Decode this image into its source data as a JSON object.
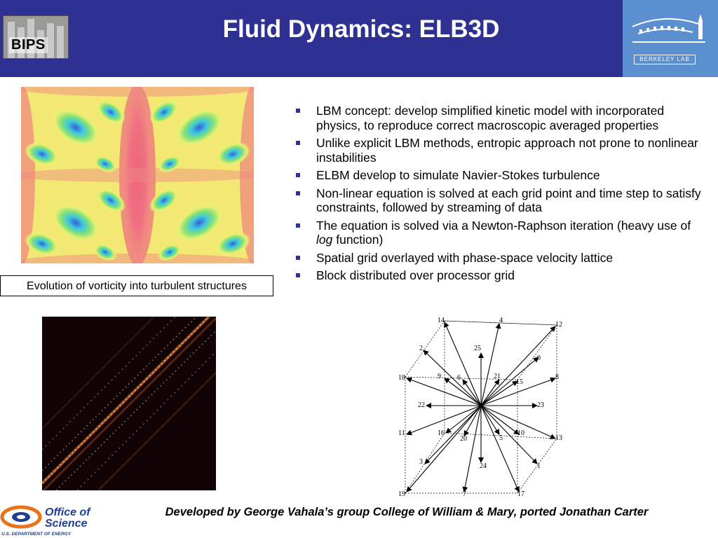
{
  "header": {
    "title": "Fluid Dynamics: ELB3D",
    "logo_text": "BIPS",
    "lab_logo_text": "BERKELEY LAB"
  },
  "figure_vorticity": {
    "caption": "Evolution of vorticity into turbulent structures"
  },
  "bullets": [
    {
      "text": "LBM concept: develop simplified kinetic model with incorporated physics, to reproduce correct macroscopic averaged properties"
    },
    {
      "text": "Unlike explicit LBM methods, entropic approach not prone to nonlinear instabilities"
    },
    {
      "text": "ELBM develop to simulate Navier-Stokes turbulence"
    },
    {
      "text": "Non-linear equation is solved at each grid point and time step to satisfy constraints, followed by streaming of data"
    },
    {
      "text_before": "The equation is solved via a Newton-Raphson iteration (heavy use of ",
      "text_em": "log",
      "text_after": " function)"
    },
    {
      "text": "Spatial grid overlayed with phase-space velocity lattice"
    },
    {
      "text": "Block distributed over processor grid"
    }
  ],
  "lattice_labels": [
    "14",
    "4",
    "12",
    "2",
    "25",
    "0",
    "18",
    "9",
    "6",
    "21",
    "15",
    "8",
    "22",
    "23",
    "11",
    "16",
    "20",
    "5",
    "10",
    "13",
    "3",
    "24",
    "1",
    "19",
    "7",
    "17"
  ],
  "footer": {
    "doe_line1": "Office of",
    "doe_line2": "Science",
    "doe_line3": "U.S. DEPARTMENT OF ENERGY",
    "credit": "Developed by George Vahala’s group College of William & Mary, ported Jonathan Carter"
  },
  "colors": {
    "header_bg": "#2e3192",
    "lab_bg": "#5b8fd0",
    "bullet": "#2e3192",
    "footer_accent": "#1f3f8f"
  }
}
